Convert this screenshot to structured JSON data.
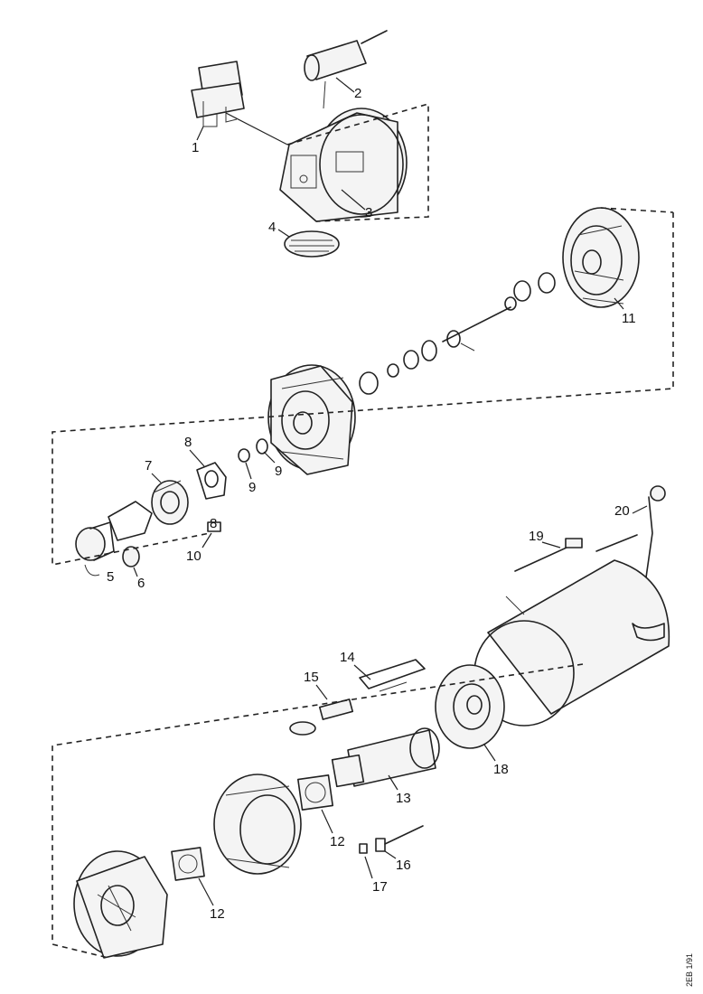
{
  "callouts": {
    "c1": "1",
    "c2": "2",
    "c3": "3",
    "c4": "4",
    "c5": "5",
    "c6": "6",
    "c7": "7",
    "c8": "8",
    "c8b": "8",
    "c9a": "9",
    "c9b": "9",
    "c10": "10",
    "c11": "11",
    "c12a": "12",
    "c12b": "12",
    "c13": "13",
    "c14": "14",
    "c15": "15",
    "c16": "16",
    "c17": "17",
    "c18": "18",
    "c19": "19",
    "c20": "20"
  },
  "reference_code": "2EB 1/91"
}
